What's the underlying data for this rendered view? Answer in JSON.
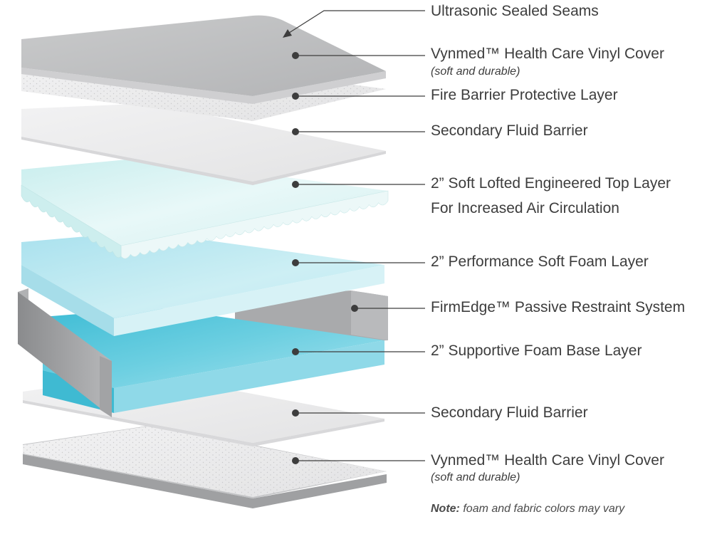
{
  "layers": [
    {
      "label": "Ultrasonic Sealed Seams"
    },
    {
      "label": "Vynmed™ Health Care Vinyl Cover",
      "sub": "(soft and durable)"
    },
    {
      "label": "Fire Barrier Protective Layer"
    },
    {
      "label": "Secondary Fluid Barrier"
    },
    {
      "label": "2” Soft Lofted Engineered Top Layer",
      "label2": "For Increased Air Circulation"
    },
    {
      "label": "2” Performance Soft Foam Layer"
    },
    {
      "label": "FirmEdge™ Passive Restraint System"
    },
    {
      "label": "2” Supportive Foam Base Layer"
    },
    {
      "label": "Secondary Fluid Barrier"
    },
    {
      "label": "Vynmed™ Health Care Vinyl Cover",
      "sub": "(soft and durable)"
    }
  ],
  "note": {
    "prefix": "Note:",
    "text": "foam and fabric colors may vary"
  },
  "colors": {
    "vinyl": "#bdbec0",
    "fabric": "#ececed",
    "lofted": "#dff4f4",
    "soft_foam": "#bde8f0",
    "base_foam": "#54c7dc",
    "restraint": "#9c9d9f",
    "text": "#3d3d3d"
  }
}
